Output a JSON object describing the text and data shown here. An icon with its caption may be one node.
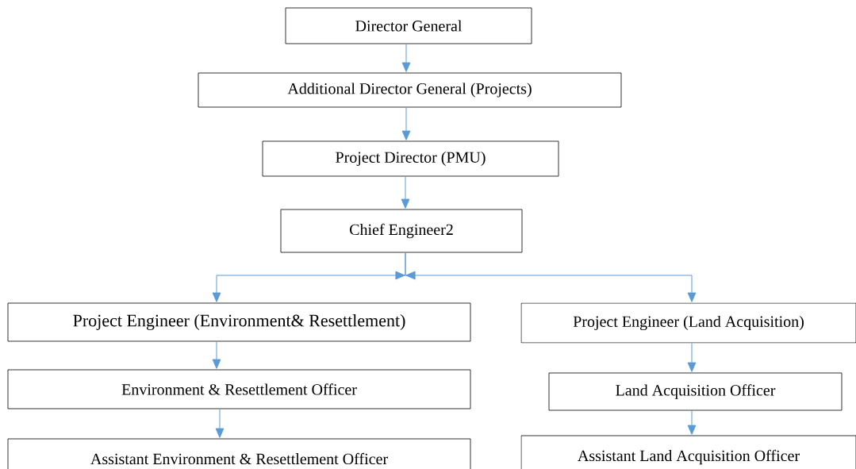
{
  "diagram": {
    "nodes": [
      {
        "text": [
          "Director General"
        ]
      },
      {
        "text": [
          "Additional Director General (Projects)"
        ]
      },
      {
        "text": [
          "Project Director (PMU)"
        ]
      },
      {
        "text": [
          "Chief Engineer2"
        ]
      },
      {
        "text": [
          "Project Engineer (Environment& Resettlement)"
        ]
      },
      {
        "text": [
          "Project Engineer (Land Acquisition)"
        ]
      },
      {
        "text": [
          "Environment & Resettlement Officer"
        ]
      },
      {
        "text": [
          "Land Acquisition Officer"
        ]
      },
      {
        "text": [
          "Assistant Environment & Resettlement Officer"
        ]
      },
      {
        "text": [
          "Assistant Land Acquisition Officer"
        ]
      }
    ],
    "edges": [
      {
        "from": 0,
        "to": 1,
        "arrow": "to"
      },
      {
        "from": 1,
        "to": 2,
        "arrow": "to"
      },
      {
        "from": 2,
        "to": 3,
        "arrow": "to"
      },
      {
        "from": 3,
        "to": 4,
        "arrow": "to"
      },
      {
        "from": 3,
        "to": 5,
        "arrow": "to"
      },
      {
        "from": 4,
        "to": 6,
        "arrow": "to"
      },
      {
        "from": 6,
        "to": 8,
        "arrow": "to"
      },
      {
        "from": 5,
        "to": 7,
        "arrow": "to"
      },
      {
        "from": 7,
        "to": 9,
        "arrow": "to"
      }
    ]
  }
}
